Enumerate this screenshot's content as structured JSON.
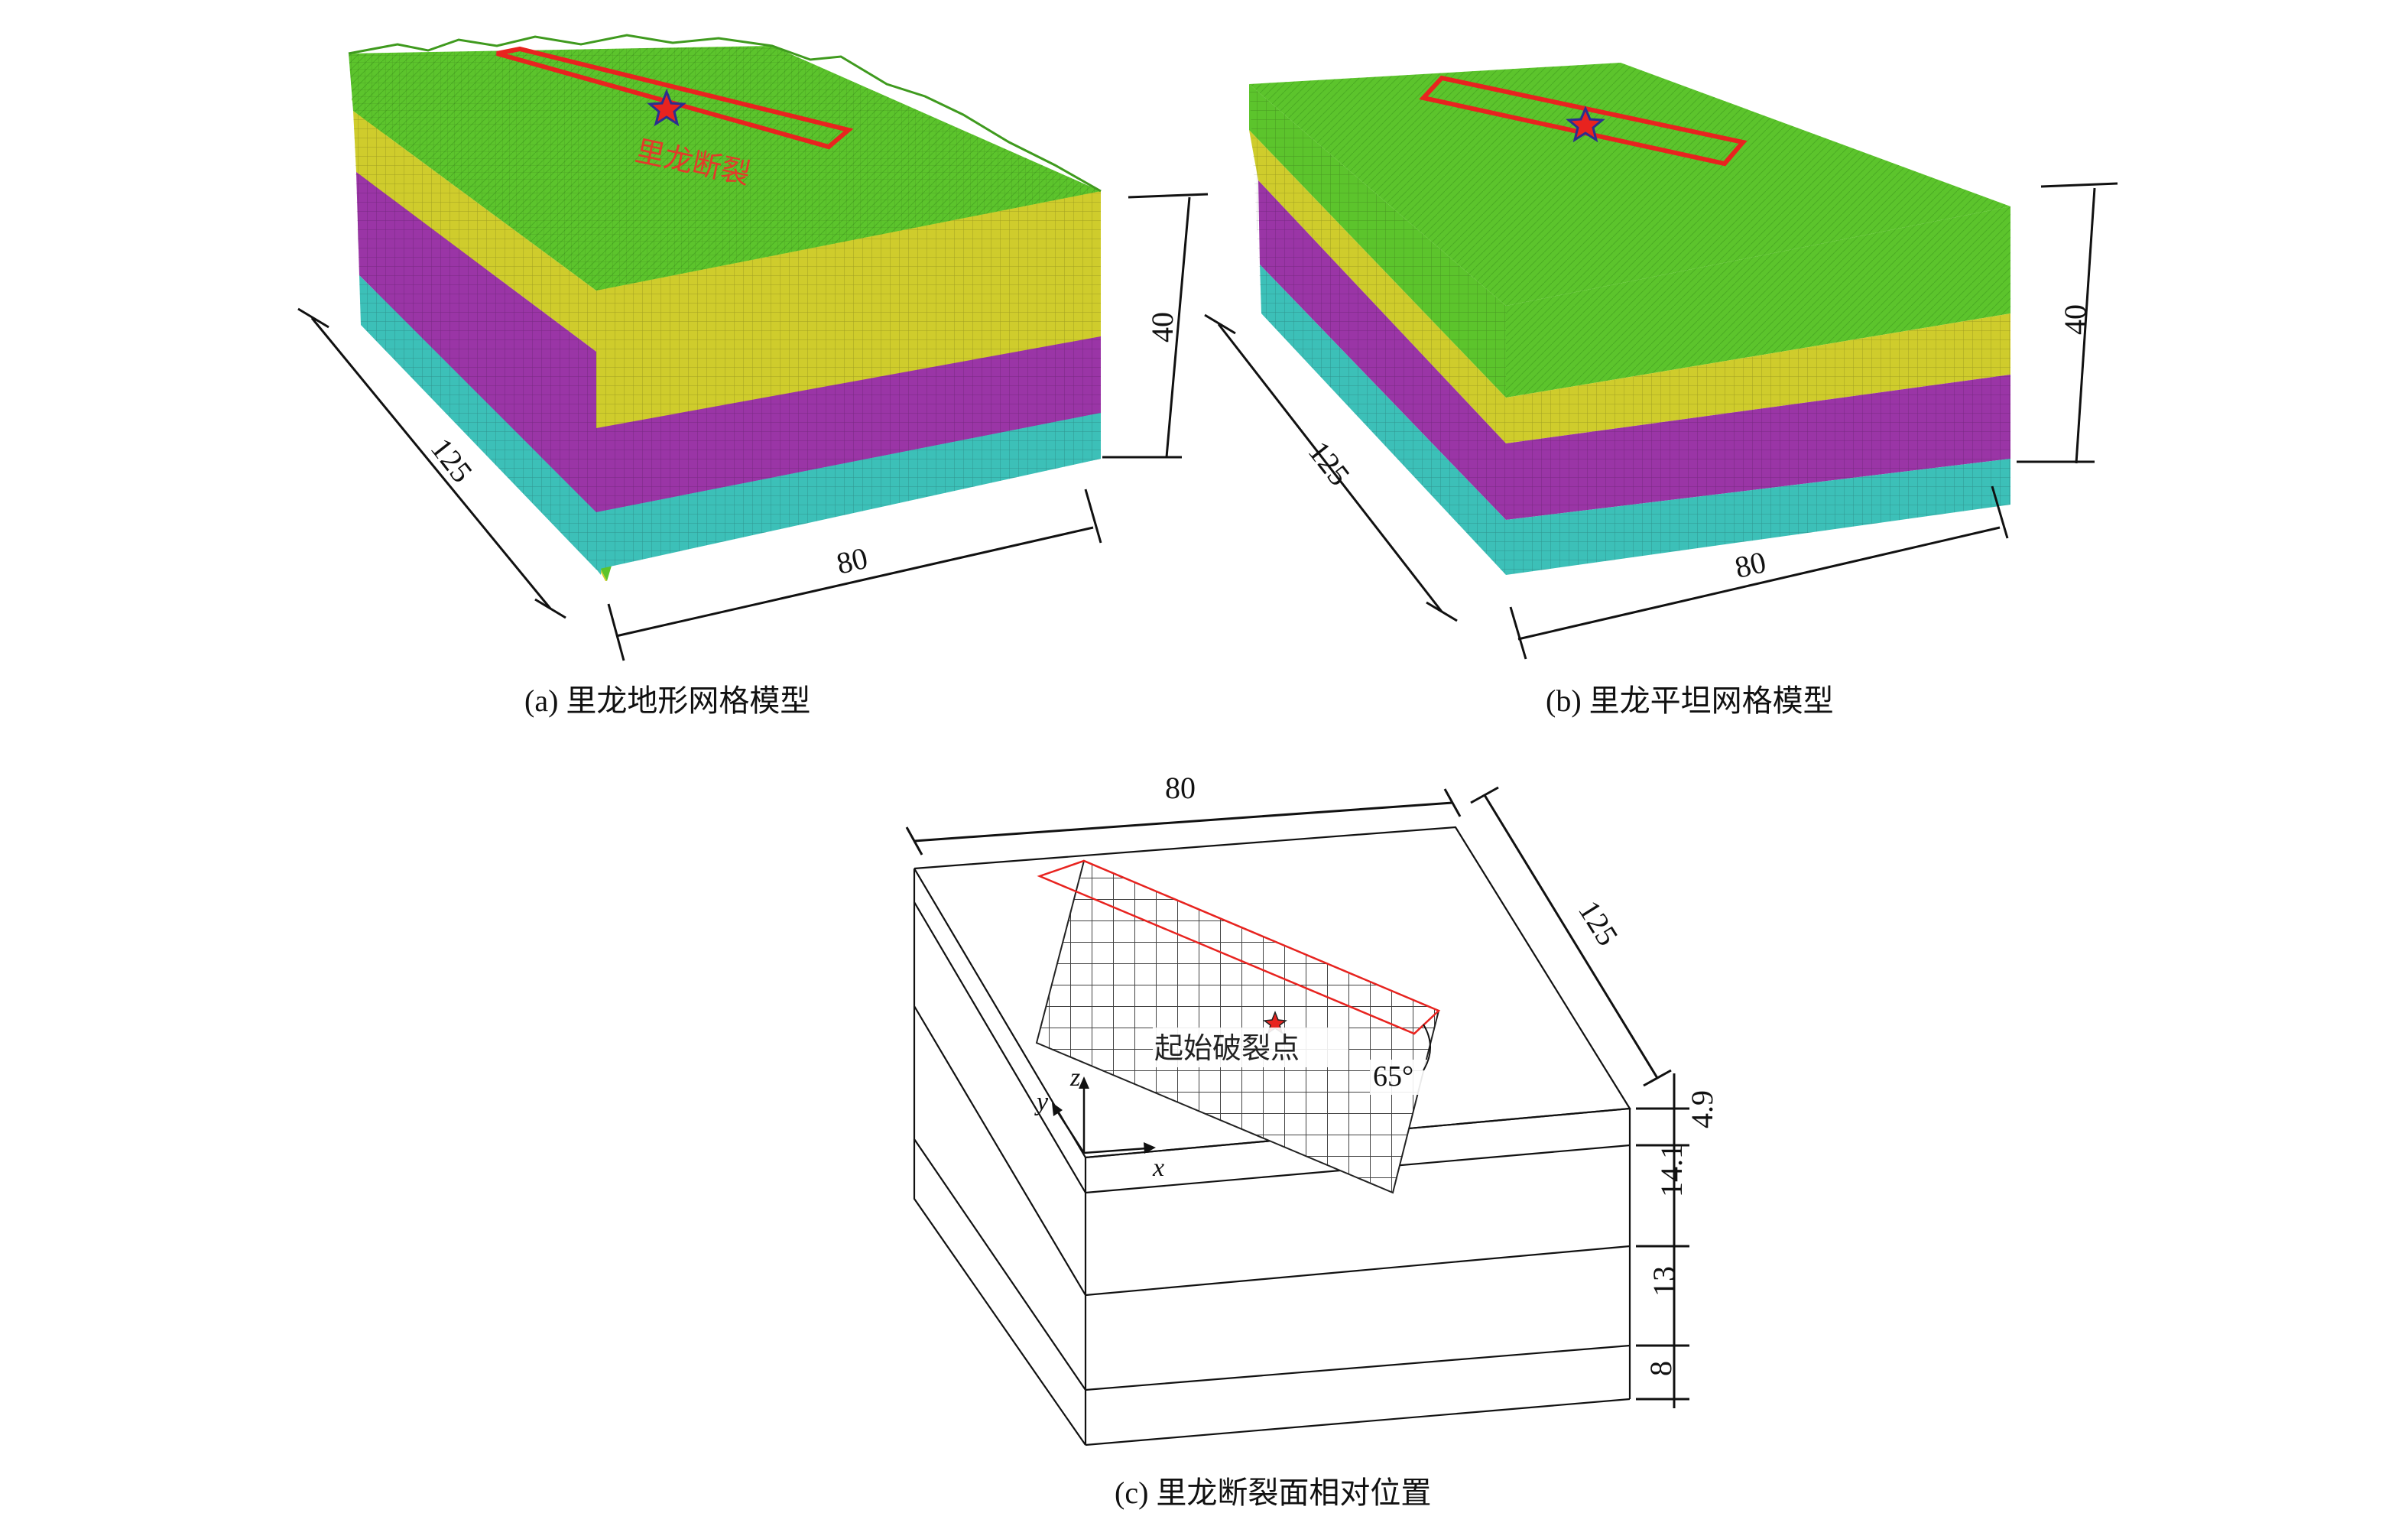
{
  "panel_a": {
    "caption": "(a) 里龙地形网格模型",
    "fault_label": "里龙断裂",
    "dim_length": "125",
    "dim_width": "80",
    "dim_depth": "40"
  },
  "panel_b": {
    "caption": "(b) 里龙平坦网格模型",
    "dim_length": "125",
    "dim_width": "80",
    "dim_depth": "40"
  },
  "panel_c": {
    "caption": "(c) 里龙断裂面相对位置",
    "dim_width": "80",
    "dim_length": "125",
    "rupture_label": "起始破裂点",
    "dip_angle": "65°",
    "axis_x": "x",
    "axis_y": "y",
    "axis_z": "z",
    "layer_thickness": [
      "4.9",
      "14.1",
      "13",
      "8"
    ]
  },
  "colors": {
    "layer_top": "#5cc42c",
    "layer_2": "#cfcc2c",
    "layer_3": "#9a35a6",
    "layer_4": "#3cc0b8",
    "fault_outline": "#e8231f",
    "star": "#2b2f8e"
  }
}
